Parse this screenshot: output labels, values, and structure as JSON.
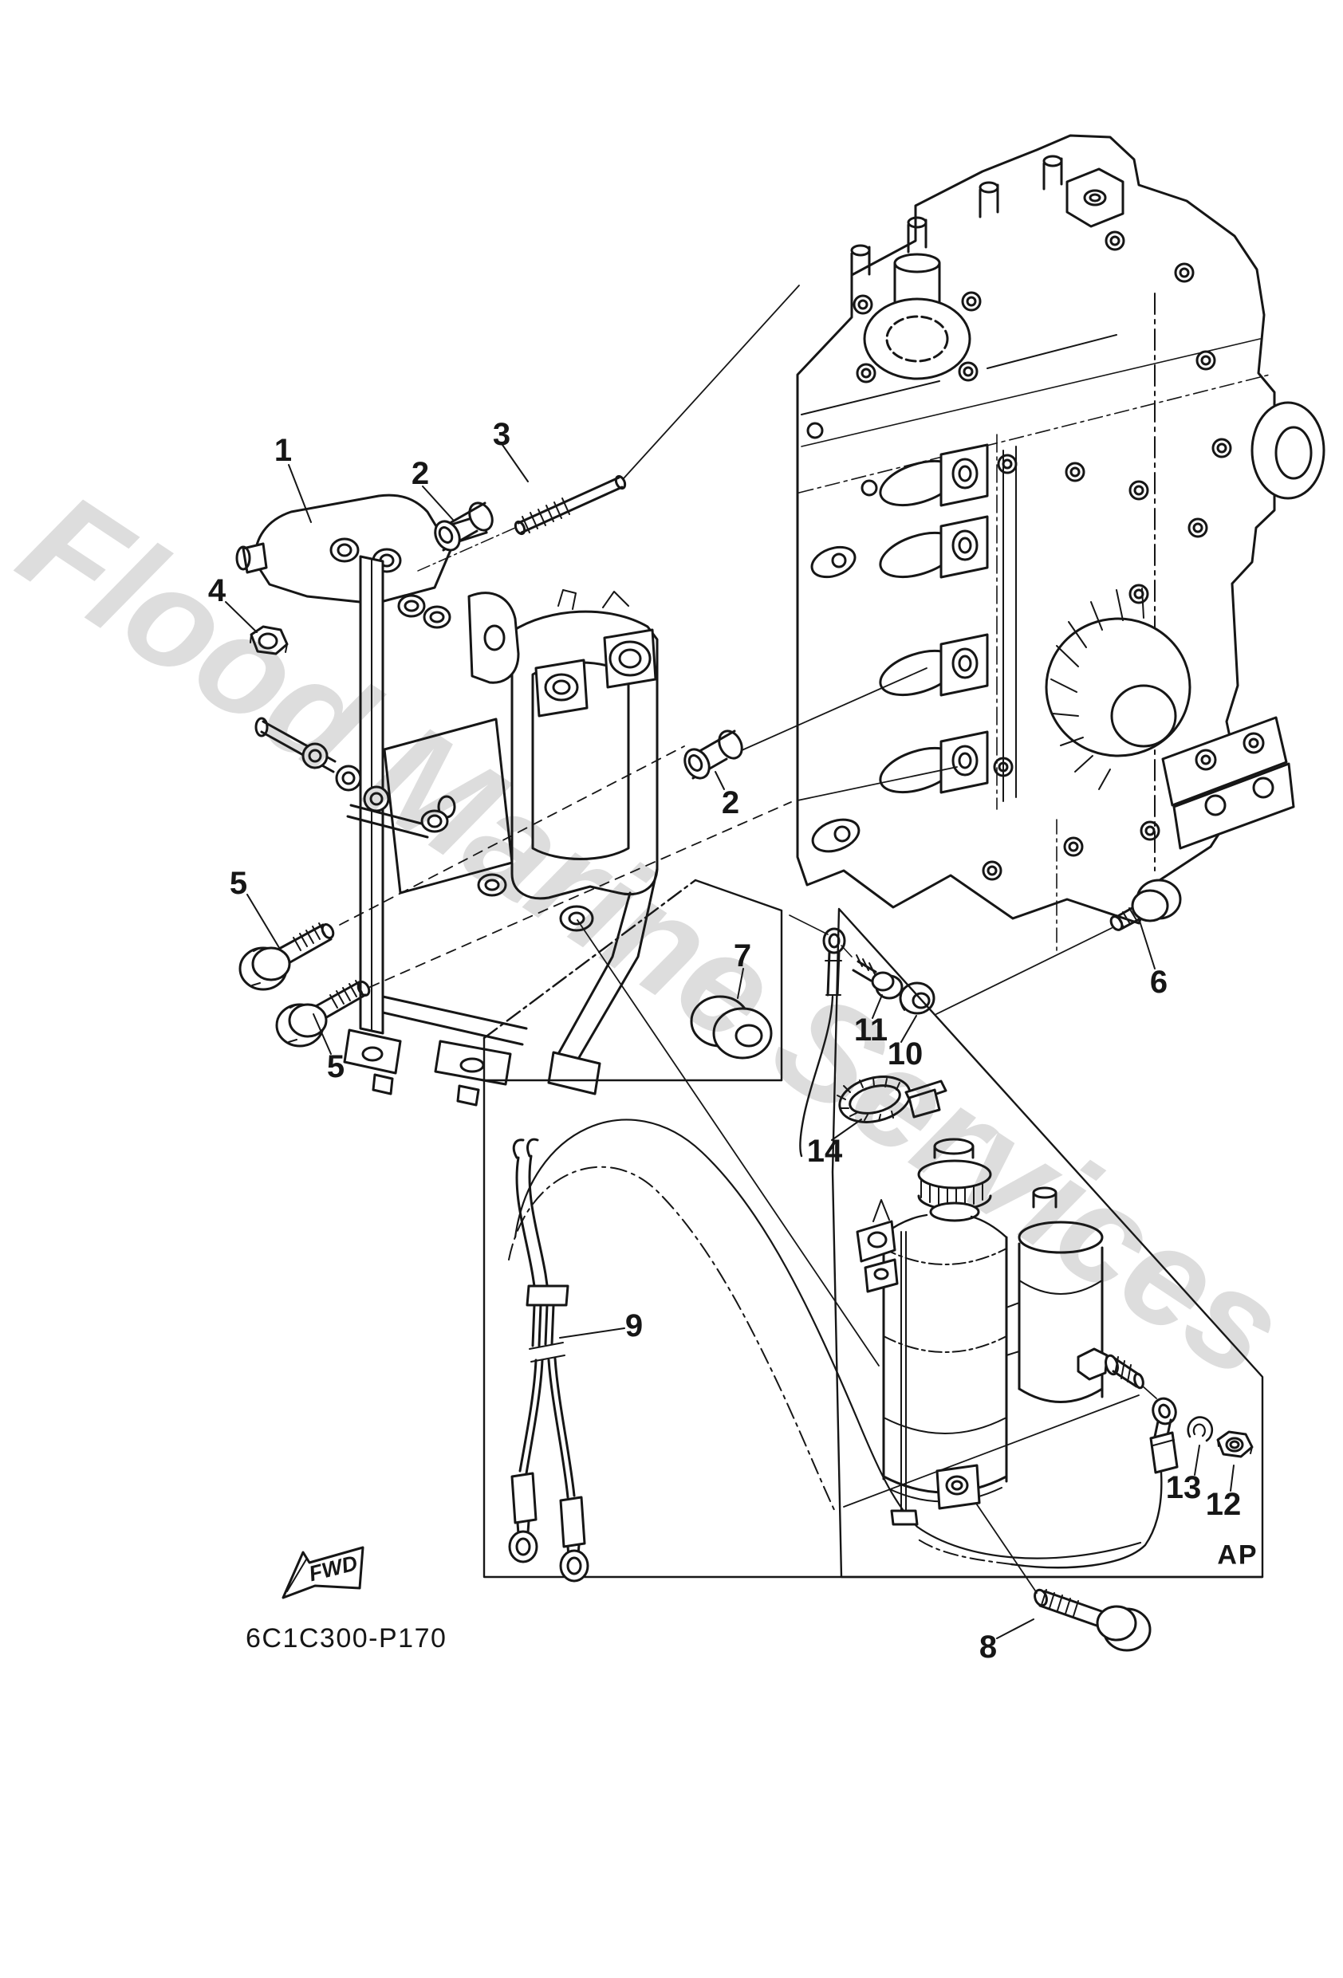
{
  "diagram": {
    "drawing_code": "6C1C300-P170",
    "corner_label": "AP",
    "fwd_label": "FWD",
    "watermark_text": "Flood Marine Services",
    "line_color": "#161616",
    "watermark_color": "rgba(45,45,45,0.16)",
    "callouts": {
      "n1": "1",
      "n2a": "2",
      "n2b": "2",
      "n3": "3",
      "n4": "4",
      "n5a": "5",
      "n5b": "5",
      "n6": "6",
      "n7": "7",
      "n8": "8",
      "n9": "9",
      "n10": "10",
      "n11": "11",
      "n12": "12",
      "n13": "13",
      "n14": "14"
    }
  }
}
